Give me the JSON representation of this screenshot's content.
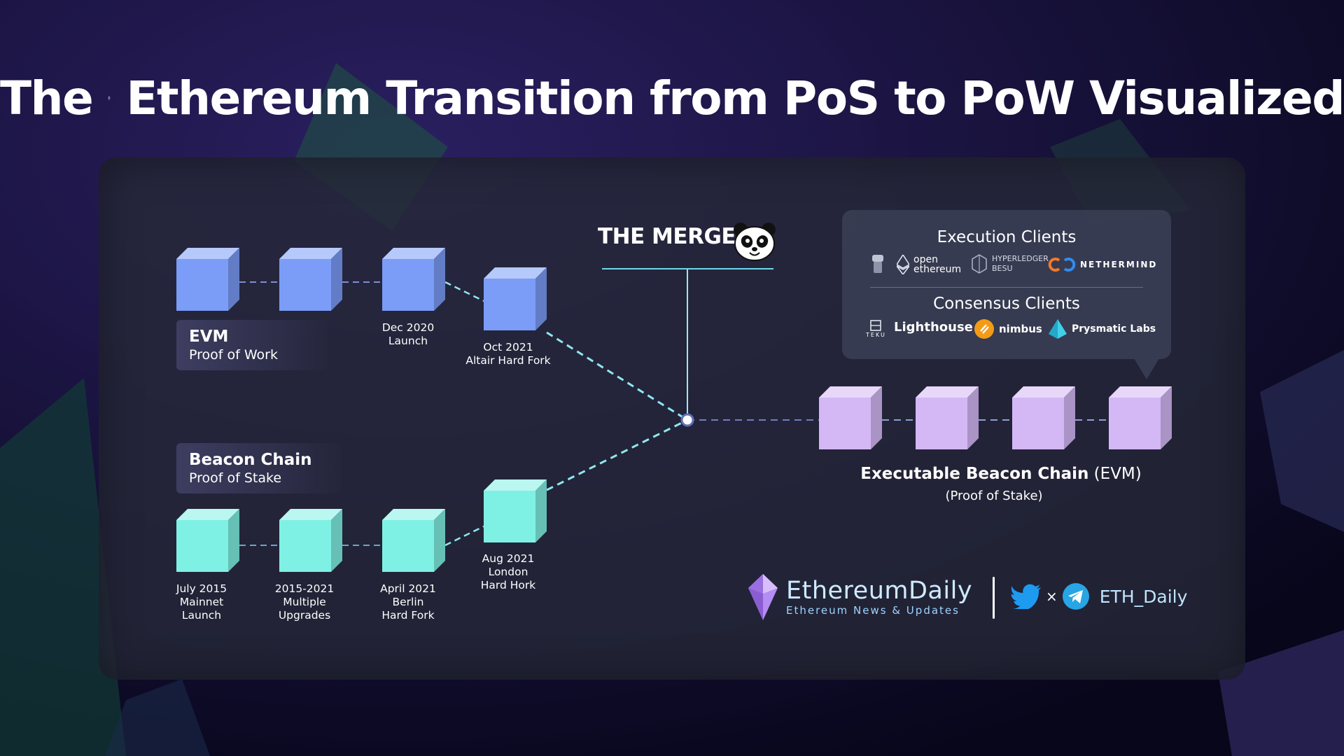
{
  "title": {
    "before": "The",
    "after": "Ethereum Transition from PoS to PoW Visualized"
  },
  "evm_chain": {
    "label_title": "EVM",
    "label_sub": "Proof of Work",
    "blocks": [
      {
        "caption": ""
      },
      {
        "caption": ""
      },
      {
        "caption": "Dec 2020\nLaunch"
      },
      {
        "caption": "Oct 2021\nAltair Hard Fork"
      }
    ]
  },
  "beacon_chain": {
    "label_title": "Beacon Chain",
    "label_sub": "Proof of Stake",
    "blocks": [
      {
        "caption": "July 2015\nMainnet\nLaunch"
      },
      {
        "caption": "2015-2021\nMultiple\nUpgrades"
      },
      {
        "caption": "April 2021\nBerlin\nHard Fork"
      },
      {
        "caption": "Aug 2021\nLondon\nHard Hork"
      }
    ]
  },
  "merge": {
    "title": "THE MERGE",
    "icon": "panda-icon"
  },
  "clients": {
    "execution_heading": "Execution Clients",
    "execution": [
      {
        "name": "open ethereum",
        "icon": "openethereum-icon"
      },
      {
        "name": "HYPERLEDGER BESU",
        "icon": "besu-icon"
      },
      {
        "name": "NETHERMIND",
        "icon": "nethermind-icon"
      }
    ],
    "consensus_heading": "Consensus Clients",
    "consensus": [
      {
        "name": "TEKU",
        "icon": "teku-icon"
      },
      {
        "name": "Lighthouse",
        "icon": "lighthouse-icon"
      },
      {
        "name": "nimbus",
        "icon": "nimbus-icon"
      },
      {
        "name": "Prysmatic Labs",
        "icon": "prysm-icon"
      }
    ]
  },
  "executable_chain": {
    "title_bold": "Executable Beacon Chain",
    "title_rest": " (EVM)",
    "subtitle": "(Proof of Stake)",
    "block_count": 4
  },
  "brand": {
    "name": "EthereumDaily",
    "tagline": "Ethereum News & Updates",
    "separator": "×",
    "handle": "ETH_Daily"
  },
  "colors": {
    "evm_block": "#7b9cf7",
    "beacon_block": "#7ff0e4",
    "merged_block": "#d4b8f6",
    "dash": "#8fe8f0",
    "panel": "#262838"
  }
}
